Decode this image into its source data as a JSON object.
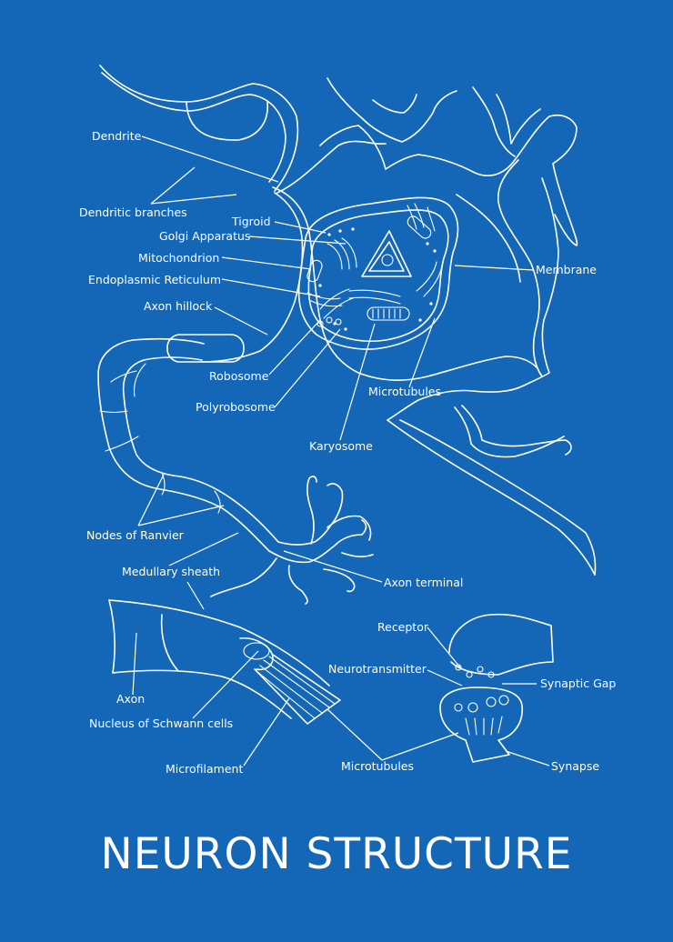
{
  "title": "NEURON STRUCTURE",
  "colors": {
    "background": "#1466b6",
    "line": "#ffffff"
  },
  "labels": {
    "dendrite": "Dendrite",
    "dendritic_branches": "Dendritic branches",
    "tigroid": "Tigroid",
    "golgi": "Golgi Apparatus",
    "mitochondrion": "Mitochondrion",
    "er": "Endoplasmic Reticulum",
    "axon_hillock": "Axon hillock",
    "membrane": "Membrane",
    "robosome": "Robosome",
    "polyrobosome": "Polyrobosome",
    "microtubules_top": "Microtubules",
    "karyosome": "Karyosome",
    "nodes_of_ranvier": "Nodes of Ranvier",
    "medullary_sheath": "Medullary sheath",
    "axon_terminal": "Axon terminal",
    "receptor": "Receptor",
    "neurotransmitter": "Neurotransmitter",
    "synaptic_gap": "Synaptic Gap",
    "axon": "Axon",
    "schwann": "Nucleus of Schwann cells",
    "microfilament": "Microfilament",
    "microtubules_bottom": "Microtubules",
    "synapse": "Synapse"
  }
}
